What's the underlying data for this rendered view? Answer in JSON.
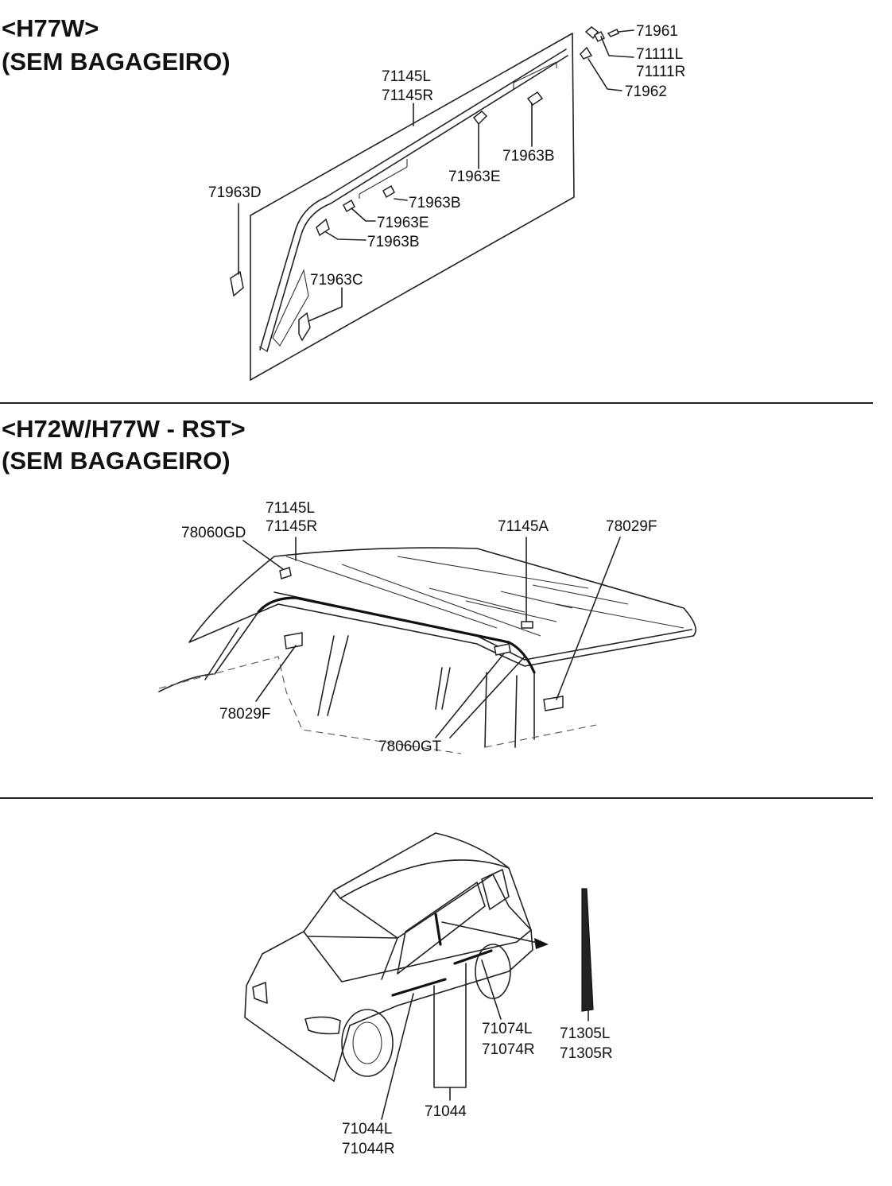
{
  "section1": {
    "title": "<H77W>",
    "subtitle": "(SEM BAGAGEIRO)",
    "labels": {
      "p71961": "71961",
      "p71111L": "71111L",
      "p71111R": "71111R",
      "p71962": "71962",
      "p71145L": "71145L",
      "p71145R": "71145R",
      "p71963E_top": "71963E",
      "p71963B_top": "71963B",
      "p71963D": "71963D",
      "p71963B_mid": "71963B",
      "p71963E_mid": "71963E",
      "p71963B_low": "71963B",
      "p71963C": "71963C"
    }
  },
  "section2": {
    "title": "<H72W/H77W - RST>",
    "subtitle": "(SEM BAGAGEIRO)",
    "labels": {
      "p71145L": "71145L",
      "p71145R": "71145R",
      "p78060GD": "78060GD",
      "p71145A": "71145A",
      "p78029F_right": "78029F",
      "p78029F_left": "78029F",
      "p78060GT": "78060GT"
    }
  },
  "section3": {
    "labels": {
      "p71074L": "71074L",
      "p71074R": "71074R",
      "p71305L": "71305L",
      "p71305R": "71305R",
      "p71044": "71044",
      "p71044L": "71044L",
      "p71044R": "71044R"
    }
  }
}
